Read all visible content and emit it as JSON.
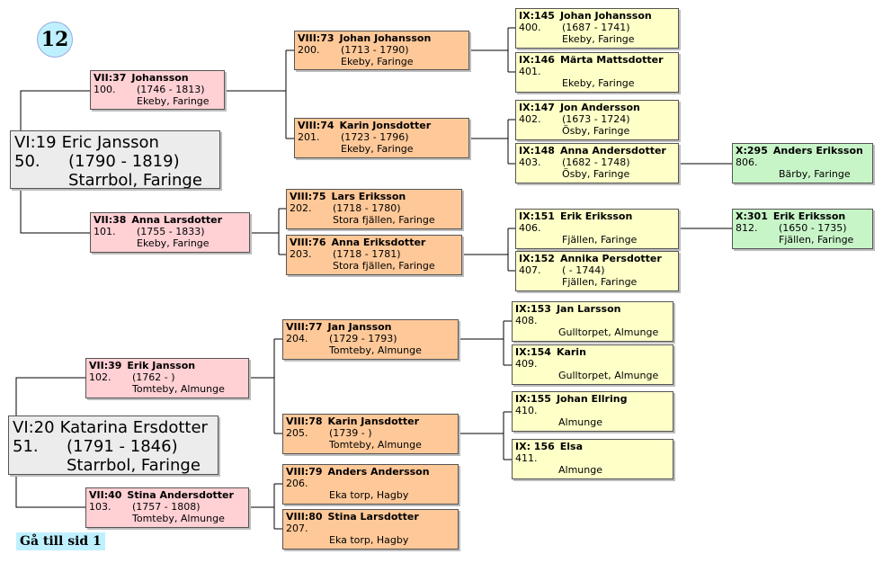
{
  "page_badge": "12",
  "goto_link": "Gå till sid 1",
  "persons": {
    "p50": {
      "id": "VI:19",
      "name": "Eric Jansson",
      "num": "50.",
      "years": "(1790 - 1819)",
      "place": "Starrbol, Faringe"
    },
    "p100": {
      "id": "VII:37",
      "name": "Johansson",
      "num": "100.",
      "years": "(1746 - 1813)",
      "place": "Ekeby, Faringe"
    },
    "p101": {
      "id": "VII:38",
      "name": "Anna Larsdotter",
      "num": "101.",
      "years": "(1755 - 1833)",
      "place": "Ekeby, Faringe"
    },
    "p200": {
      "id": "VIII:73",
      "name": "Johan Johansson",
      "num": "200.",
      "years": "(1713 - 1790)",
      "place": "Ekeby, Faringe"
    },
    "p201": {
      "id": "VIII:74",
      "name": "Karin Jonsdotter",
      "num": "201.",
      "years": "(1723 - 1796)",
      "place": "Ekeby, Faringe"
    },
    "p202": {
      "id": "VIII:75",
      "name": "Lars Eriksson",
      "num": "202.",
      "years": "(1718 - 1780)",
      "place": "Stora fjällen, Faringe"
    },
    "p203": {
      "id": "VIII:76",
      "name": "Anna Eriksdotter",
      "num": "203.",
      "years": "(1718 - 1781)",
      "place": "Stora fjällen, Faringe"
    },
    "p400": {
      "id": "IX:145",
      "name": "Johan Johansson",
      "num": "400.",
      "years": "(1687 - 1741)",
      "place": "Ekeby, Faringe"
    },
    "p401": {
      "id": "IX:146",
      "name": "Märta Mattsdotter",
      "num": "401.",
      "years": "",
      "place": "Ekeby, Faringe"
    },
    "p402": {
      "id": "IX:147",
      "name": "Jon Andersson",
      "num": "402.",
      "years": "(1673 - 1724)",
      "place": "Ösby, Faringe"
    },
    "p403": {
      "id": "IX:148",
      "name": "Anna Andersdotter",
      "num": "403.",
      "years": "(1682 - 1748)",
      "place": "Ösby, Faringe"
    },
    "p406": {
      "id": "IX:151",
      "name": "Erik Eriksson",
      "num": "406.",
      "years": "",
      "place": "Fjällen, Faringe"
    },
    "p407": {
      "id": "IX:152",
      "name": "Annika Persdotter",
      "num": "407.",
      "years": "( - 1744)",
      "place": "Fjällen, Faringe"
    },
    "p806": {
      "id": "X:295",
      "name": "Anders Eriksson",
      "num": "806.",
      "years": "",
      "place": "Bärby, Faringe"
    },
    "p812": {
      "id": "X:301",
      "name": "Erik Eriksson",
      "num": "812.",
      "years": "(1650 - 1735)",
      "place": "Fjällen, Faringe"
    },
    "p51": {
      "id": "VI:20",
      "name": "Katarina Ersdotter",
      "num": "51.",
      "years": "(1791 - 1846)",
      "place": "Starrbol, Faringe"
    },
    "p102": {
      "id": "VII:39",
      "name": "Erik Jansson",
      "num": "102.",
      "years": "(1762 - )",
      "place": "Tomteby,  Almunge"
    },
    "p103": {
      "id": "VII:40",
      "name": "Stina Andersdotter",
      "num": "103.",
      "years": "(1757 - 1808)",
      "place": "Tomteby, Almunge"
    },
    "p204": {
      "id": "VIII:77",
      "name": "Jan Jansson",
      "num": "204.",
      "years": "(1729 - 1793)",
      "place": "Tomteby, Almunge"
    },
    "p205": {
      "id": "VIII:78",
      "name": "Karin Jansdotter",
      "num": "205.",
      "years": "(1739 - )",
      "place": "Tomteby, Almunge"
    },
    "p206": {
      "id": "VIII:79",
      "name": "Anders Andersson",
      "num": "206.",
      "years": "",
      "place": "Eka torp, Hagby"
    },
    "p207": {
      "id": "VIII:80",
      "name": "Stina Larsdotter",
      "num": "207.",
      "years": "",
      "place": "Eka torp, Hagby"
    },
    "p408": {
      "id": "IX:153",
      "name": "Jan Larsson",
      "num": "408.",
      "years": "",
      "place": "Gulltorpet, Almunge"
    },
    "p409": {
      "id": "IX:154",
      "name": "Karin",
      "num": "409.",
      "years": "",
      "place": "Gulltorpet, Almunge"
    },
    "p410": {
      "id": "IX:155",
      "name": "Johan Ellring",
      "num": "410.",
      "years": "",
      "place": "Almunge"
    },
    "p411": {
      "id": "IX: 156",
      "name": "Elsa",
      "num": "411.",
      "years": "",
      "place": "Almunge"
    }
  },
  "colors": {
    "gen6": "#ececec",
    "gen7": "#ffd0d4",
    "gen8": "#ffc898",
    "gen9": "#ffffc8",
    "gen10": "#c8f5c8",
    "badge": "#bff0ff"
  }
}
